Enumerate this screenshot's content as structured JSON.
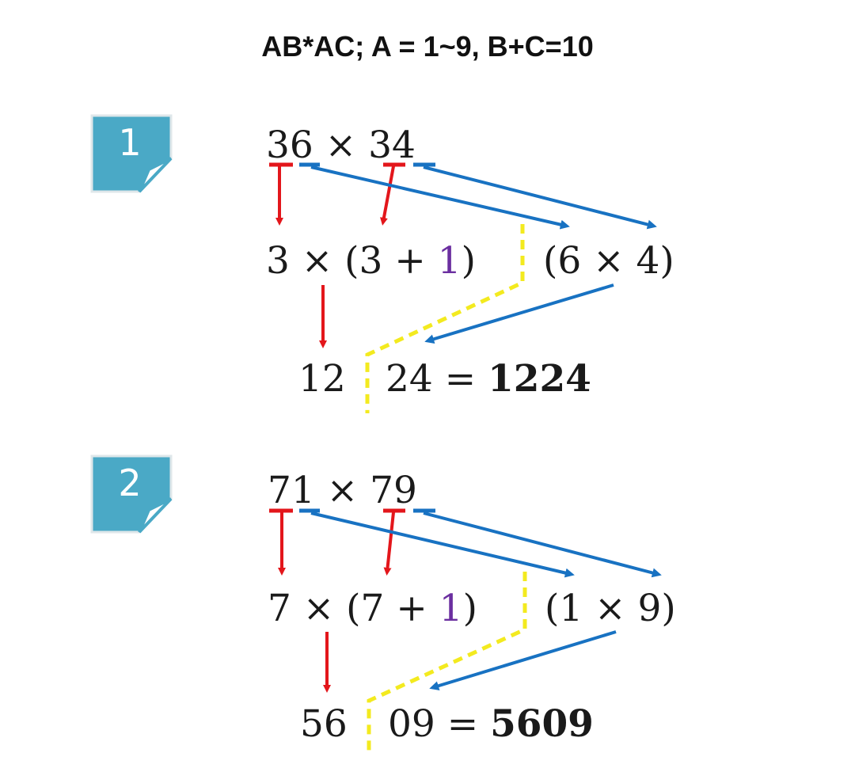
{
  "title": "AB*AC; A = 1~9, B+C=10",
  "colors": {
    "badge": "#4aa9c6",
    "red_arrow": "#e3161b",
    "blue_arrow": "#1872c2",
    "yellow_dash": "#f3ea1f",
    "purple_digit": "#6b2fa0"
  },
  "examples": [
    {
      "badge": "1",
      "line1": {
        "a": "36",
        "op": "×",
        "b": "34"
      },
      "line2": {
        "left": "3 × (3 + ",
        "plus_one": "1",
        "close": ")",
        "right": "(6 × 4)"
      },
      "line3": {
        "left": "12",
        "right": "24 = ",
        "result": "1224"
      }
    },
    {
      "badge": "2",
      "line1": {
        "a": "71",
        "op": "×",
        "b": "79"
      },
      "line2": {
        "left": "7 × (7 + ",
        "plus_one": "1",
        "close": ")",
        "right": "(1 × 9)"
      },
      "line3": {
        "left": "56",
        "right": "09 = ",
        "result": "5609"
      }
    }
  ]
}
